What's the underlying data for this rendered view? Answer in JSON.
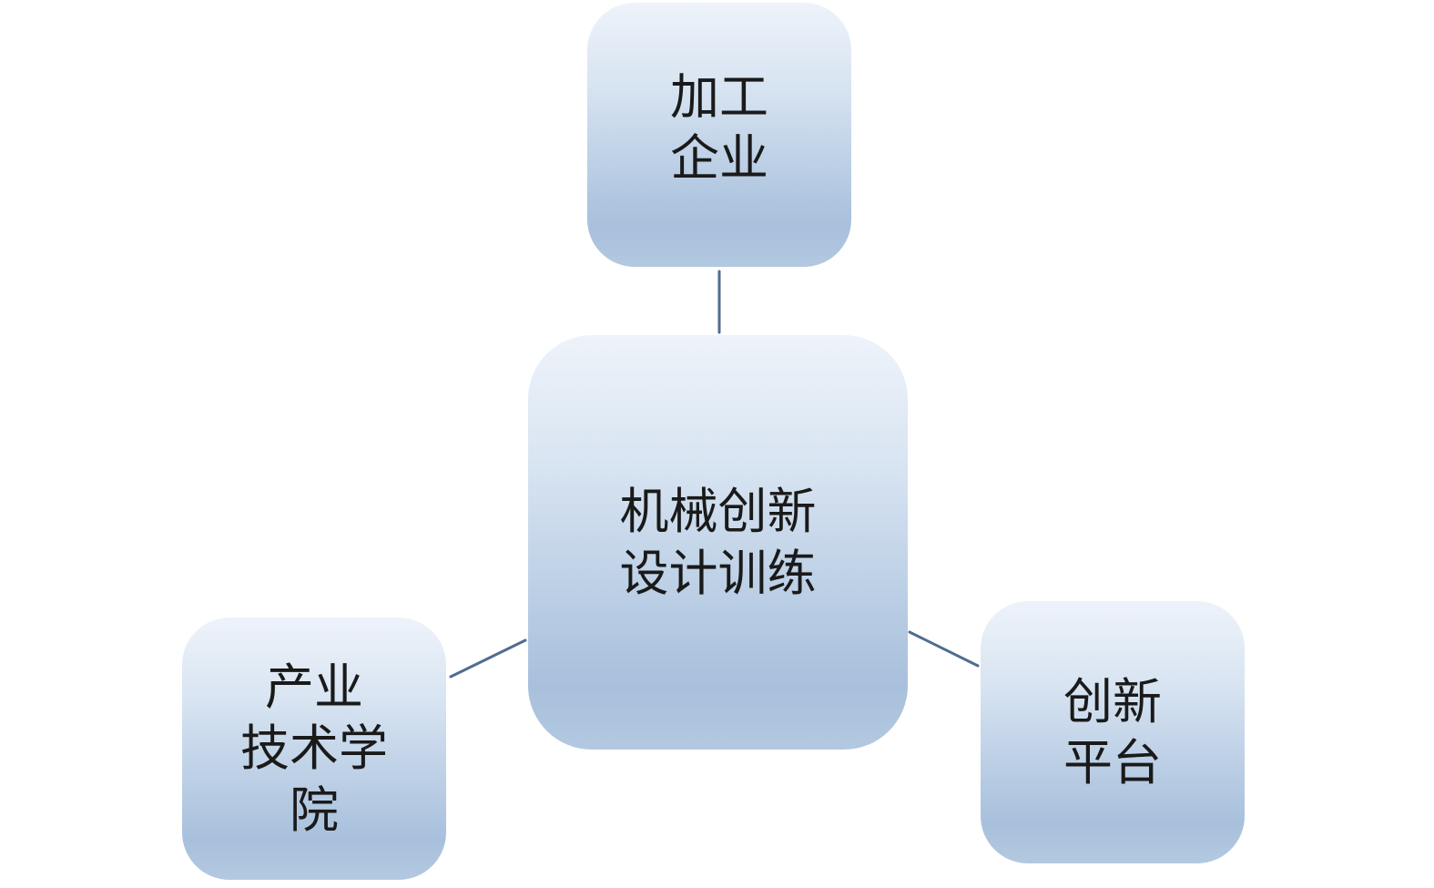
{
  "diagram": {
    "center": {
      "label": "机械创新\n设计训练"
    },
    "nodes": [
      {
        "id": "top",
        "label": "加工\n企业"
      },
      {
        "id": "left",
        "label": "产业\n技术学\n院"
      },
      {
        "id": "right",
        "label": "创新\n平台"
      }
    ]
  },
  "colors": {
    "connector": "#4f6d8f",
    "node_fill_light": "#eef3fa",
    "node_fill_dark": "#a8c0dc"
  }
}
